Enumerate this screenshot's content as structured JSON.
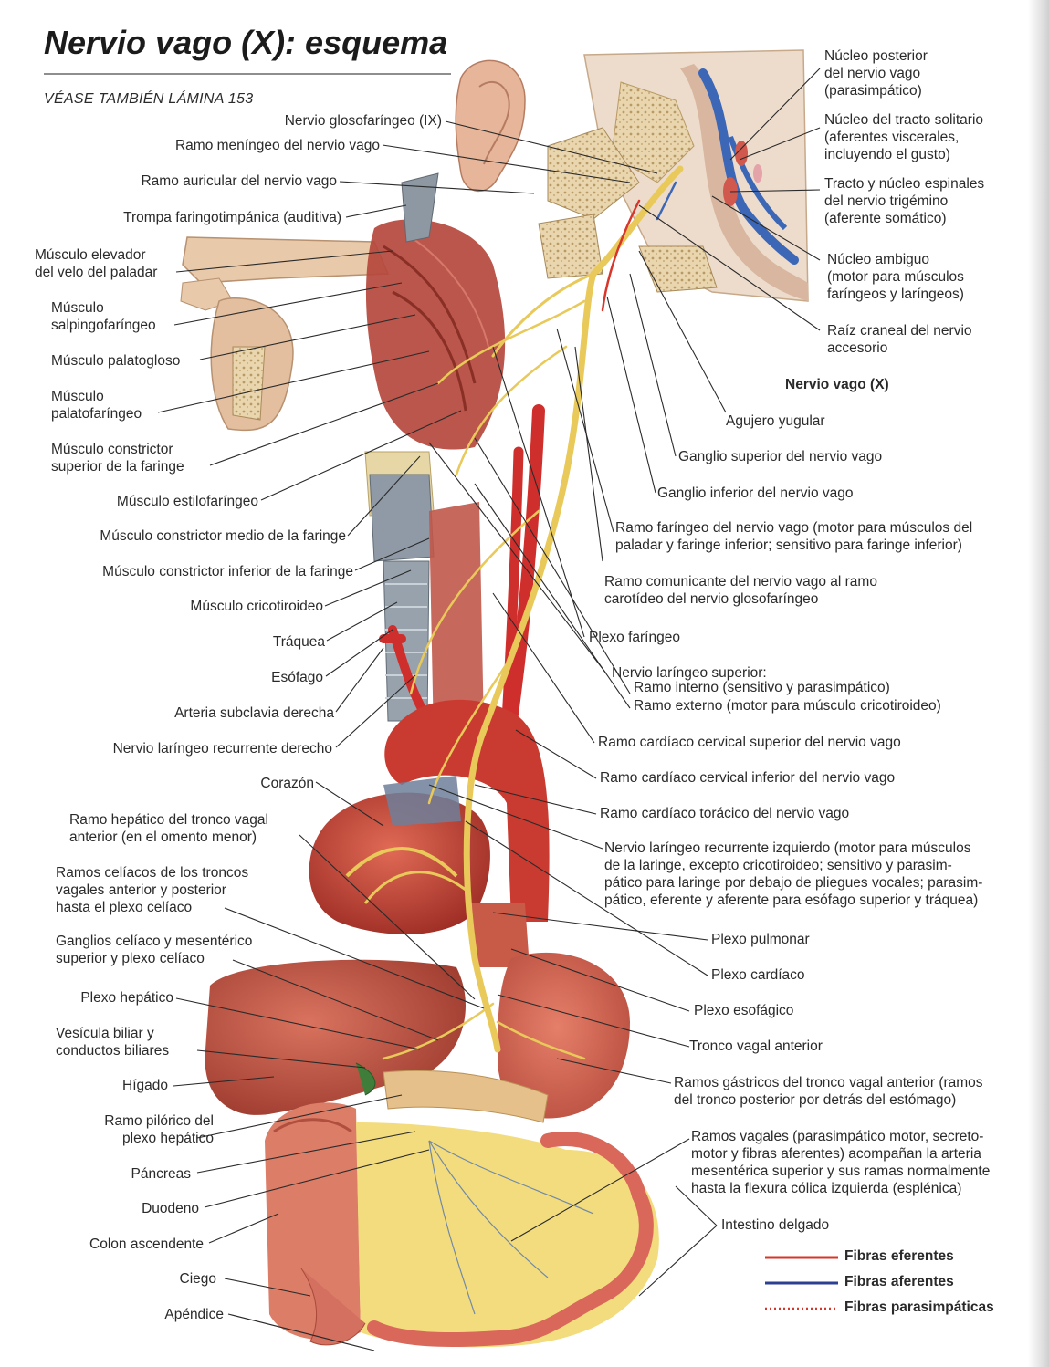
{
  "title": "Nervio vago (X): esquema",
  "subtitle": "VÉASE TAMBIÉN LÁMINA 153",
  "labels_left": [
    {
      "id": "glosofaringeo",
      "lines": [
        "Nervio glosofaríngeo (IX)"
      ]
    },
    {
      "id": "meningeo",
      "lines": [
        "Ramo meníngeo del nervio vago"
      ]
    },
    {
      "id": "auricular",
      "lines": [
        "Ramo auricular del nervio vago"
      ]
    },
    {
      "id": "trompa",
      "lines": [
        "Trompa faringotimpánica (auditiva)"
      ]
    },
    {
      "id": "elevador",
      "lines": [
        "Músculo elevador",
        "del velo del paladar"
      ]
    },
    {
      "id": "salpingo",
      "lines": [
        "Músculo",
        "salpingofaríngeo"
      ]
    },
    {
      "id": "palatogloso",
      "lines": [
        "Músculo palatogloso"
      ]
    },
    {
      "id": "palatofaringeo",
      "lines": [
        "Músculo",
        "palatofaríngeo"
      ]
    },
    {
      "id": "constrictor_sup",
      "lines": [
        "Músculo constrictor",
        "superior de la faringe"
      ]
    },
    {
      "id": "estilofaringeo",
      "lines": [
        "Músculo estilofaríngeo"
      ]
    },
    {
      "id": "constrictor_medio",
      "lines": [
        "Músculo constrictor medio de la faringe"
      ]
    },
    {
      "id": "constrictor_inf",
      "lines": [
        "Músculo constrictor inferior de la faringe"
      ]
    },
    {
      "id": "cricotiroideo",
      "lines": [
        "Músculo cricotiroideo"
      ]
    },
    {
      "id": "traquea",
      "lines": [
        "Tráquea"
      ]
    },
    {
      "id": "esofago",
      "lines": [
        "Esófago"
      ]
    },
    {
      "id": "subclavia",
      "lines": [
        "Arteria subclavia derecha"
      ]
    },
    {
      "id": "laringeo_rec_der",
      "lines": [
        "Nervio laríngeo recurrente derecho"
      ]
    },
    {
      "id": "corazon",
      "lines": [
        "Corazón"
      ]
    },
    {
      "id": "hepatico_tronco",
      "lines": [
        "Ramo hepático del tronco vagal",
        "anterior (en el omento menor)"
      ]
    },
    {
      "id": "celiacos",
      "lines": [
        "Ramos celíacos de los troncos",
        "vagales anterior y posterior",
        "hasta el plexo celíaco"
      ]
    },
    {
      "id": "ganglios",
      "lines": [
        "Ganglios celíaco y mesentérico",
        "superior y plexo celíaco"
      ]
    },
    {
      "id": "plexo_hepatico",
      "lines": [
        "Plexo hepático"
      ]
    },
    {
      "id": "vesicula",
      "lines": [
        "Vesícula biliar y",
        "conductos biliares"
      ]
    },
    {
      "id": "higado",
      "lines": [
        "Hígado"
      ]
    },
    {
      "id": "pilorico",
      "lines": [
        "Ramo pilórico del",
        "plexo hepático"
      ]
    },
    {
      "id": "pancreas",
      "lines": [
        "Páncreas"
      ]
    },
    {
      "id": "duodeno",
      "lines": [
        "Duodeno"
      ]
    },
    {
      "id": "colon",
      "lines": [
        "Colon ascendente"
      ]
    },
    {
      "id": "ciego",
      "lines": [
        "Ciego"
      ]
    },
    {
      "id": "apendice",
      "lines": [
        "Apéndice"
      ]
    }
  ],
  "labels_right": [
    {
      "id": "nucleo_posterior",
      "lines": [
        "Núcleo posterior",
        "del nervio vago",
        "(parasimpático)"
      ]
    },
    {
      "id": "tracto_solitario",
      "lines": [
        "Núcleo del tracto solitario",
        "(aferentes viscerales,",
        "incluyendo el gusto)"
      ]
    },
    {
      "id": "trigemino",
      "lines": [
        "Tracto y núcleo espinales",
        "del nervio trigémino",
        "(aferente somático)"
      ]
    },
    {
      "id": "ambiguo",
      "lines": [
        "Núcleo ambiguo",
        "(motor para músculos",
        "faríngeos y laríngeos)"
      ]
    },
    {
      "id": "raiz_craneal",
      "lines": [
        "Raíz craneal del nervio",
        "accesorio"
      ]
    },
    {
      "id": "nervio_vago",
      "lines": [
        "Nervio vago (X)"
      ]
    },
    {
      "id": "yugular",
      "lines": [
        "Agujero yugular"
      ]
    },
    {
      "id": "ganglio_sup",
      "lines": [
        "Ganglio superior del nervio vago"
      ]
    },
    {
      "id": "ganglio_inf",
      "lines": [
        "Ganglio inferior del nervio vago"
      ]
    },
    {
      "id": "faringeo_ramo",
      "lines": [
        "Ramo faríngeo del nervio vago (motor para músculos del",
        "paladar y faringe inferior; sensitivo para faringe inferior)"
      ]
    },
    {
      "id": "comunicante",
      "lines": [
        "Ramo comunicante del nervio vago al ramo",
        "carotídeo del nervio glosofaríngeo"
      ]
    },
    {
      "id": "plexo_faringeo",
      "lines": [
        "Plexo faríngeo"
      ]
    },
    {
      "id": "laringeo_sup",
      "lines": [
        "Nervio laríngeo superior:"
      ]
    },
    {
      "id": "ramo_interno",
      "lines": [
        "Ramo interno (sensitivo y parasimpático)"
      ]
    },
    {
      "id": "ramo_externo",
      "lines": [
        "Ramo externo (motor para músculo cricotiroideo)"
      ]
    },
    {
      "id": "cardiaco_sup",
      "lines": [
        "Ramo cardíaco cervical superior del nervio vago"
      ]
    },
    {
      "id": "cardiaco_inf",
      "lines": [
        "Ramo cardíaco cervical inferior del nervio vago"
      ]
    },
    {
      "id": "cardiaco_tor",
      "lines": [
        "Ramo cardíaco torácico del nervio vago"
      ]
    },
    {
      "id": "laringeo_rec_izq",
      "lines": [
        "Nervio laríngeo recurrente izquierdo (motor para músculos",
        "de la laringe, excepto cricotiroideo; sensitivo y parasim-",
        "pático para laringe por debajo de pliegues vocales; parasim-",
        "pático, eferente y aferente para esófago superior y tráquea)"
      ]
    },
    {
      "id": "plexo_pulmonar",
      "lines": [
        "Plexo pulmonar"
      ]
    },
    {
      "id": "plexo_cardiaco",
      "lines": [
        "Plexo cardíaco"
      ]
    },
    {
      "id": "plexo_esofagico",
      "lines": [
        "Plexo esofágico"
      ]
    },
    {
      "id": "tronco_anterior",
      "lines": [
        "Tronco vagal anterior"
      ]
    },
    {
      "id": "gastricos",
      "lines": [
        "Ramos gástricos del tronco vagal anterior (ramos",
        "del tronco posterior por detrás del estómago)"
      ]
    },
    {
      "id": "vagales",
      "lines": [
        "Ramos vagales (parasimpático motor, secreto-",
        "motor y fibras aferentes) acompañan la arteria",
        "mesentérica superior y sus ramas normalmente",
        "hasta la flexura cólica izquierda (esplénica)"
      ]
    },
    {
      "id": "intestino",
      "lines": [
        "Intestino delgado"
      ]
    }
  ],
  "legend": [
    {
      "label": "Fibras eferentes",
      "color": "#d8362a",
      "style": "solid"
    },
    {
      "label": "Fibras aferentes",
      "color": "#2c3f93",
      "style": "solid"
    },
    {
      "label": "Fibras parasimpáticas",
      "color": "#d8362a",
      "style": "dotted"
    }
  ],
  "colors": {
    "nerve": "#e8c95a",
    "artery": "#cf2f2c",
    "muscle": "#b4483c",
    "bone": "#e9d2a5",
    "brainstem": "#efd9c6",
    "nucleus_blue": "#3c67b6",
    "organ": "#c9594a",
    "intestine": "#dc7d68",
    "leader": "#2a2a2a"
  }
}
